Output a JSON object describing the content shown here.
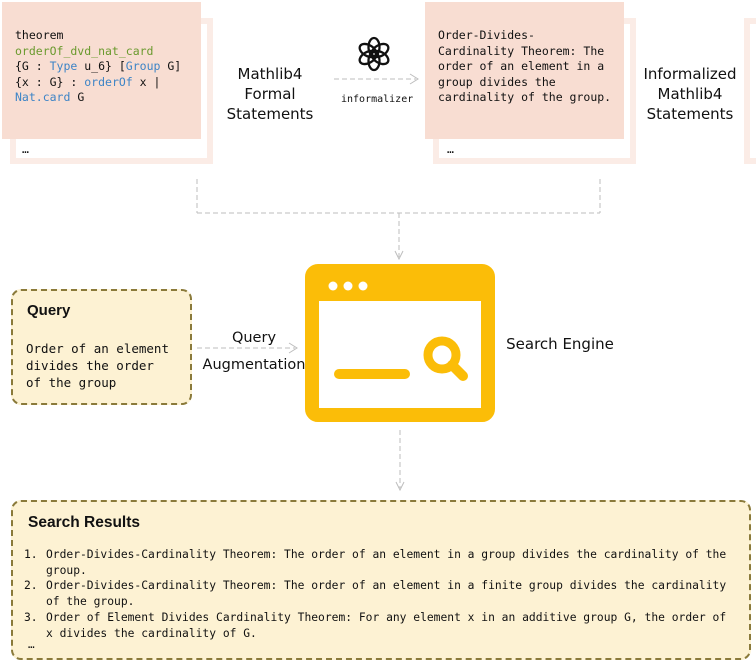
{
  "formal_card": {
    "lines": [
      {
        "parts": [
          {
            "text": "theorem",
            "style": "plain"
          }
        ]
      },
      {
        "parts": [
          {
            "text": "orderOf_dvd_nat_card",
            "style": "green"
          }
        ]
      },
      {
        "parts": [
          {
            "text": "{G : ",
            "style": "plain"
          },
          {
            "text": "Type",
            "style": "blue"
          },
          {
            "text": " u_6} [",
            "style": "plain"
          },
          {
            "text": "Group",
            "style": "blue"
          },
          {
            "text": " G]",
            "style": "plain"
          }
        ]
      },
      {
        "parts": [
          {
            "text": "{x : G} : ",
            "style": "plain"
          },
          {
            "text": "orderOf",
            "style": "blue"
          },
          {
            "text": " x |",
            "style": "plain"
          }
        ]
      },
      {
        "parts": [
          {
            "text": "Nat.card",
            "style": "blue"
          },
          {
            "text": " G",
            "style": "plain"
          }
        ]
      }
    ],
    "ellipsis": "…"
  },
  "formal_label": "Mathlib4\nFormal\nStatements",
  "informalizer_label": "informalizer",
  "informal_card": {
    "text": "Order-Divides-\nCardinality Theorem: The\norder of an element in a\ngroup divides the\ncardinality of the group.",
    "ellipsis": "…"
  },
  "informal_label": "Informalized\nMathlib4\nStatements",
  "query": {
    "title": "Query",
    "text": "Order of an element\ndivides the order\nof the group"
  },
  "augmentation_label": "Query\nAugmentation",
  "search_engine_label": "Search Engine",
  "results": {
    "title": "Search Results",
    "items": [
      {
        "num": "1.",
        "text": "Order-Divides-Cardinality Theorem: The order of an element in a group divides the cardinality of the group."
      },
      {
        "num": "2.",
        "text": "Order-Divides-Cardinality Theorem: The order of an element in a finite group divides the cardinality of the group."
      },
      {
        "num": "3.",
        "text": "Order of Element Divides Cardinality Theorem: For any element x in an additive group G, the order of x divides the cardinality of G."
      }
    ],
    "ellipsis": "…"
  },
  "colors": {
    "card_fill": "#f8ddd2",
    "accent": "#fbbd08",
    "query_fill": "#fdf2d3"
  },
  "icons": {
    "informalizer": "openai-logo-icon",
    "search_engine": "browser-search-icon"
  }
}
